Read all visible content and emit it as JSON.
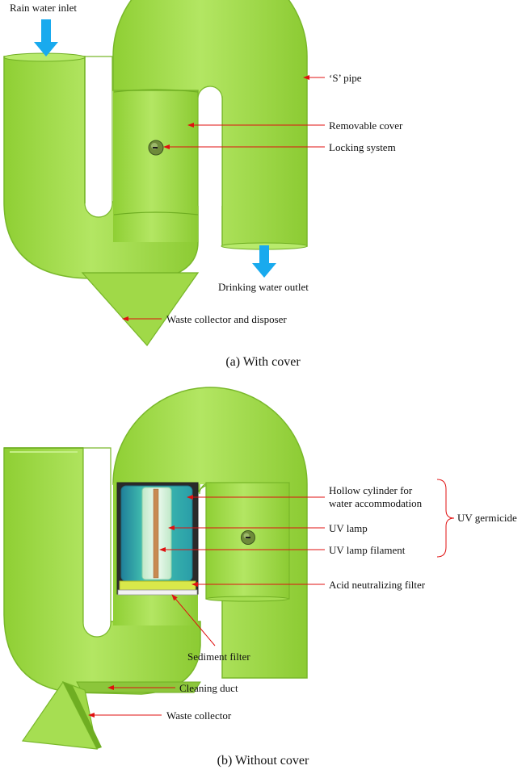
{
  "panel_a": {
    "caption": "(a) With cover",
    "labels": {
      "rain_inlet": "Rain water inlet",
      "s_pipe": "‘S’ pipe",
      "removable_cover": "Removable cover",
      "locking_system": "Locking system",
      "drinking_outlet": "Drinking water outlet",
      "waste_collector_disposer": "Waste collector and disposer"
    }
  },
  "panel_b": {
    "caption": "(b) Without cover",
    "labels": {
      "hollow_cylinder_line1": "Hollow cylinder for",
      "hollow_cylinder_line2": "water accommodation",
      "uv_lamp": "UV lamp",
      "uv_lamp_filament": "UV lamp filament",
      "uv_germicide": "UV germicide",
      "acid_filter": "Acid neutralizing filter",
      "sediment_filter": "Sediment filter",
      "cleaning_duct": "Cleaning duct",
      "waste_collector": "Waste collector"
    }
  },
  "colors": {
    "pipe_green": "#a5dd4c",
    "pipe_dark": "#6fae22",
    "arrow_blue": "#19aaee",
    "leader_red": "#e01010",
    "uv_teal": "#3ab6a6",
    "filter_yellow": "#d9e84a",
    "filament": "#c88a52"
  },
  "icons": {
    "inlet_arrow": "down-arrow-icon",
    "outlet_arrow": "down-arrow-icon",
    "lock": "lock-knob-icon"
  }
}
